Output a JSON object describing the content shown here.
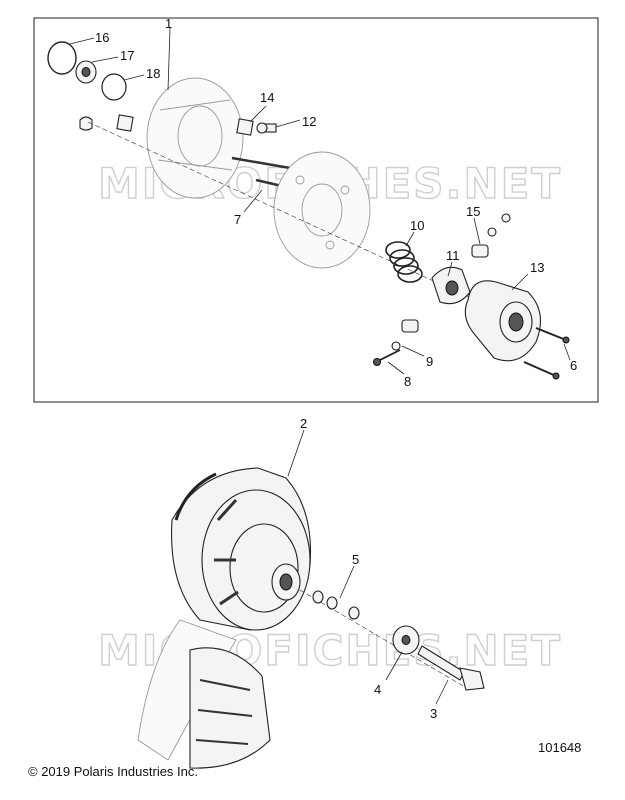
{
  "watermark": "MICROFICHES.NET",
  "copyright": "© 2019 Polaris Industries Inc.",
  "drawing_number": "101648",
  "callouts": {
    "c1": "1",
    "c2": "2",
    "c3": "3",
    "c4": "4",
    "c5": "5",
    "c6": "6",
    "c7": "7",
    "c8": "8",
    "c9": "9",
    "c10": "10",
    "c11": "11",
    "c12": "12",
    "c13": "13",
    "c14": "14",
    "c15": "15",
    "c16": "16",
    "c17": "17",
    "c18": "18"
  }
}
